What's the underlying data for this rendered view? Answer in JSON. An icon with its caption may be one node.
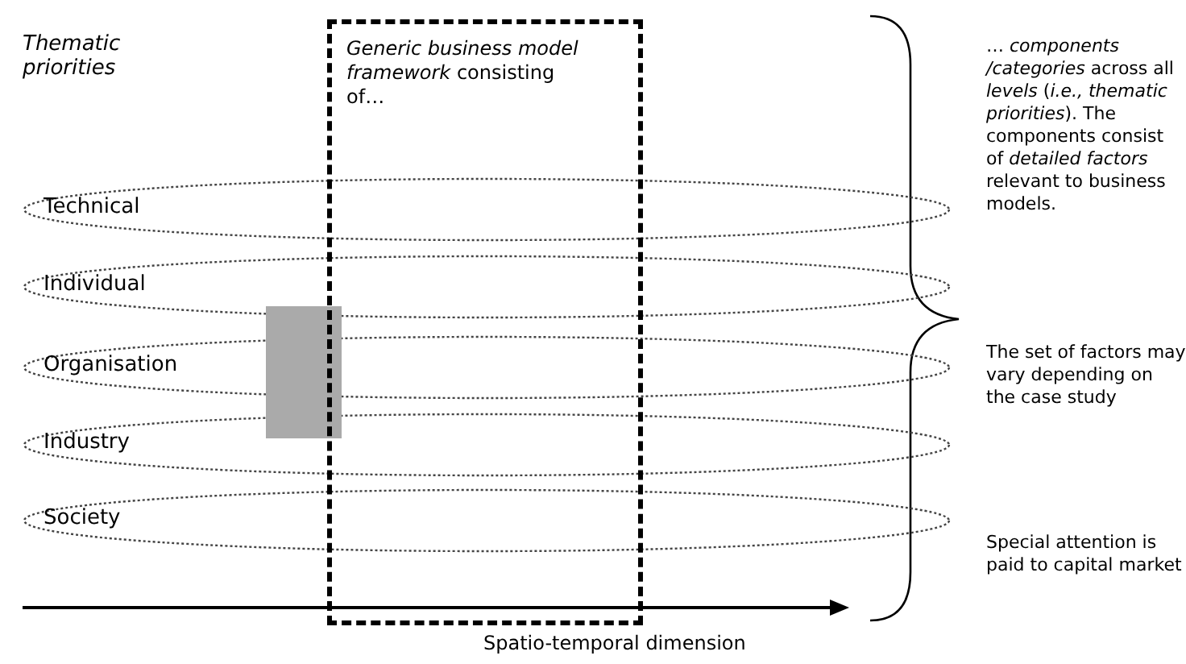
{
  "diagram": {
    "nodes": [
      {
        "text": [
          "*Generic business model framework* consisting of…"
        ]
      },
      {
        "text": [
          "Technical"
        ]
      },
      {
        "text": [
          "Individual"
        ]
      },
      {
        "text": [
          "Organisation"
        ]
      },
      {
        "text": [
          "Industry"
        ]
      },
      {
        "text": [
          "Society"
        ]
      },
      {
        "text": [],
        "shape": "box"
      }
    ],
    "edges": [],
    "labels": [
      "Thematic priorities",
      "… *components /categories* across all *levels* (*i.e., thematic priorities*). The components consist of *detailed factors* relevant to business models.",
      "The set of factors may vary depending on the case study",
      "Special attention is paid to capital market",
      "Spatio-temporal dimension"
    ]
  }
}
